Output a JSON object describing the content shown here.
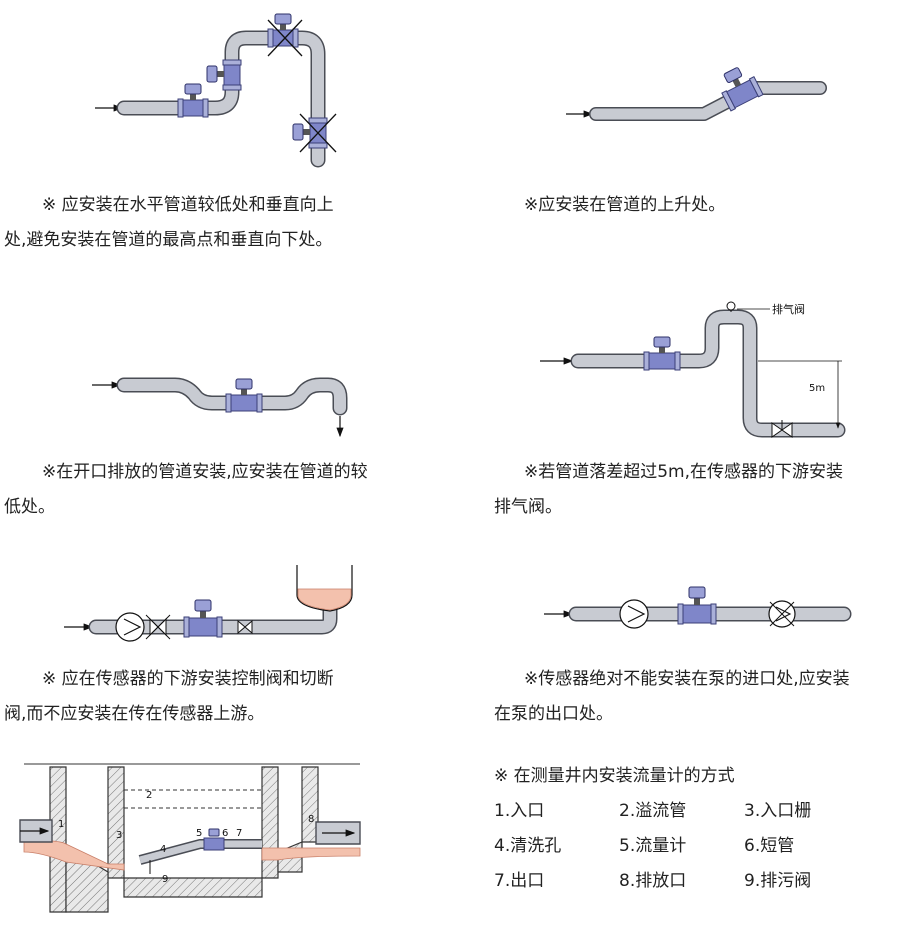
{
  "captions": {
    "c1_line1": "※ 应安装在水平管道较低处和垂直向上",
    "c1_line2": "处,避免安装在管道的最高点和垂直向下处。",
    "c2_line1": "※应安装在管道的上升处。",
    "c3_line1": "※在开口排放的管道安装,应安装在管道的较",
    "c3_line2": "低处。",
    "c4_line1": "※若管道落差超过5m,在传感器的下游安装",
    "c4_line2": "排气阀。",
    "c5_line1": "※ 应在传感器的下游安装控制阀和切断",
    "c5_line2": "阀,而不应安装在传在传感器上游。",
    "c6_line1": "※传感器绝对不能安装在泵的进口处,应安装",
    "c6_line2": "在泵的出口处。"
  },
  "diagram_labels": {
    "exhaust_valve": "排气阀",
    "height": "5m",
    "well_numbers": [
      "1",
      "2",
      "3",
      "4",
      "5",
      "6",
      "7",
      "8",
      "9"
    ]
  },
  "legend": {
    "title": "※ 在测量井内安装流量计的方式",
    "items": [
      "1.入口",
      "2.溢流管",
      "3.入口栅",
      "4.清洗孔",
      "5.流量计",
      "6.短管",
      "7.出口",
      "8.排放口",
      "9.排污阀"
    ]
  },
  "colors": {
    "pipe": "#c8cbd2",
    "meter": "#7f86c9",
    "water": "#f3c1ad"
  }
}
